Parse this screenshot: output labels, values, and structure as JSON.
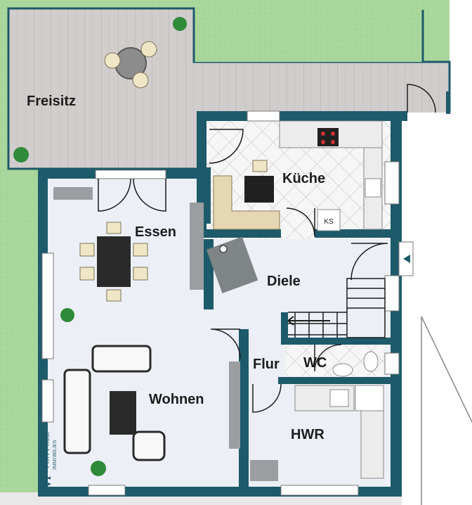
{
  "rooms": {
    "freisitz": "Freisitz",
    "kueche": "Küche",
    "essen": "Essen",
    "diele": "Diele",
    "flur": "Flur",
    "wc": "WC",
    "wohnen": "Wohnen",
    "hwr": "HWR"
  },
  "appliances": {
    "fridge_label": "KS"
  },
  "logo": {
    "mark": "VP",
    "name": "VON POLL",
    "sub": "IMMOBILIEN"
  },
  "colors": {
    "wall": "#1d5a6a",
    "floor": "#eceff6",
    "grass": "#a8d49a",
    "deck": "#cfcaca",
    "window": "#ffffff",
    "tile": "#f2f2f2"
  }
}
